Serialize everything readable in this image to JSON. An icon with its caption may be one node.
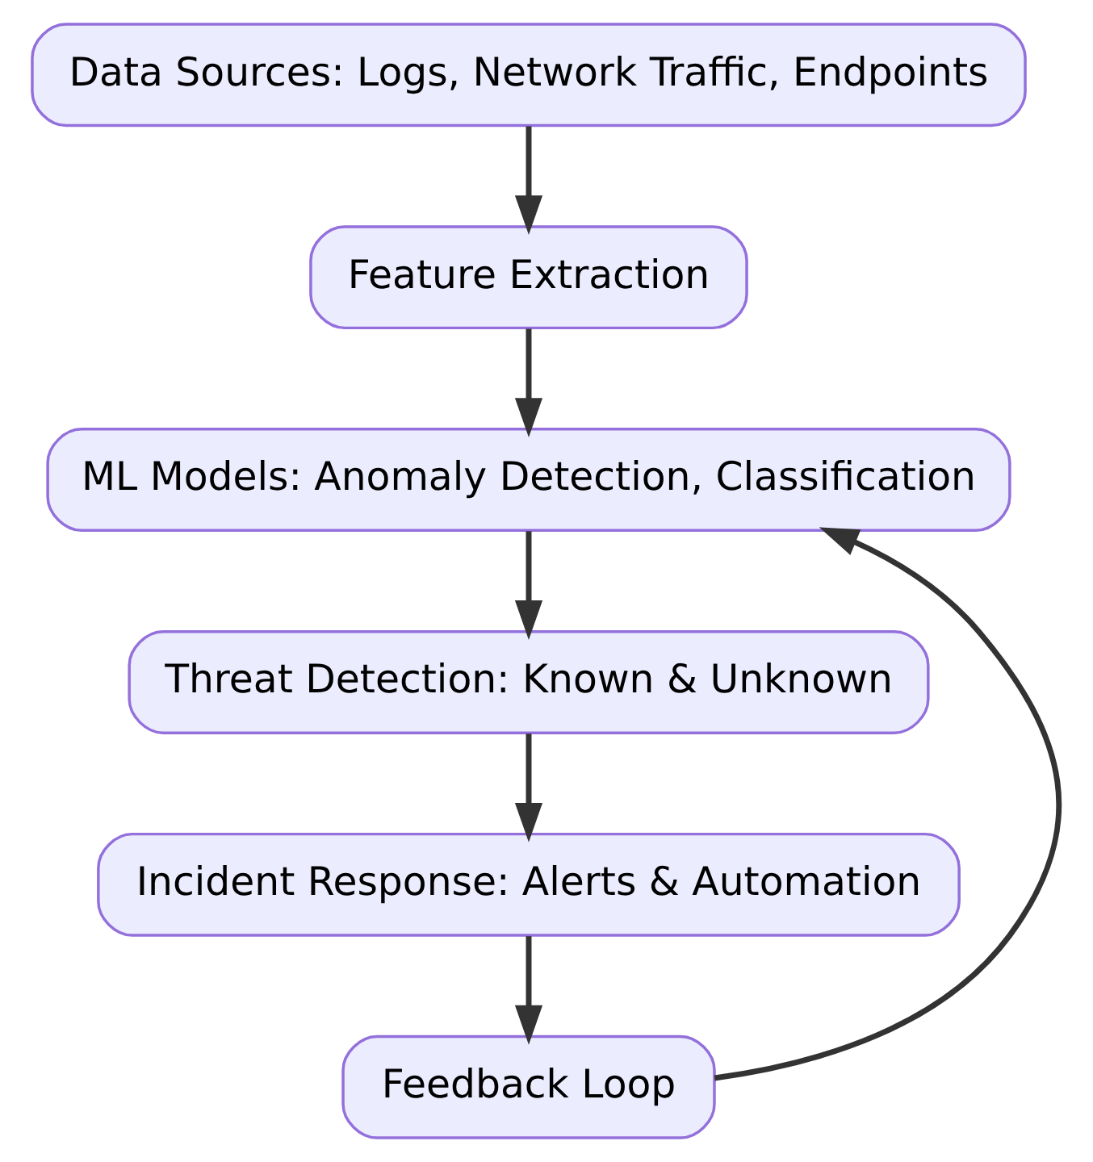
{
  "diagram": {
    "nodes": [
      {
        "text": [
          "Data Sources: Logs, Network Traffic, Endpoints"
        ]
      },
      {
        "text": [
          "Feature Extraction"
        ]
      },
      {
        "text": [
          "ML Models: Anomaly Detection, Classification"
        ]
      },
      {
        "text": [
          "Threat Detection: Known & Unknown"
        ]
      },
      {
        "text": [
          "Incident Response: Alerts & Automation"
        ]
      },
      {
        "text": [
          "Feedback Loop"
        ]
      }
    ],
    "edges": [
      {
        "from": 0,
        "to": 1,
        "arrow": "to"
      },
      {
        "from": 1,
        "to": 2,
        "arrow": "to"
      },
      {
        "from": 2,
        "to": 3,
        "arrow": "to"
      },
      {
        "from": 3,
        "to": 4,
        "arrow": "to"
      },
      {
        "from": 4,
        "to": 5,
        "arrow": "to"
      },
      {
        "from": 5,
        "to": 2,
        "arrow": "to"
      }
    ]
  }
}
